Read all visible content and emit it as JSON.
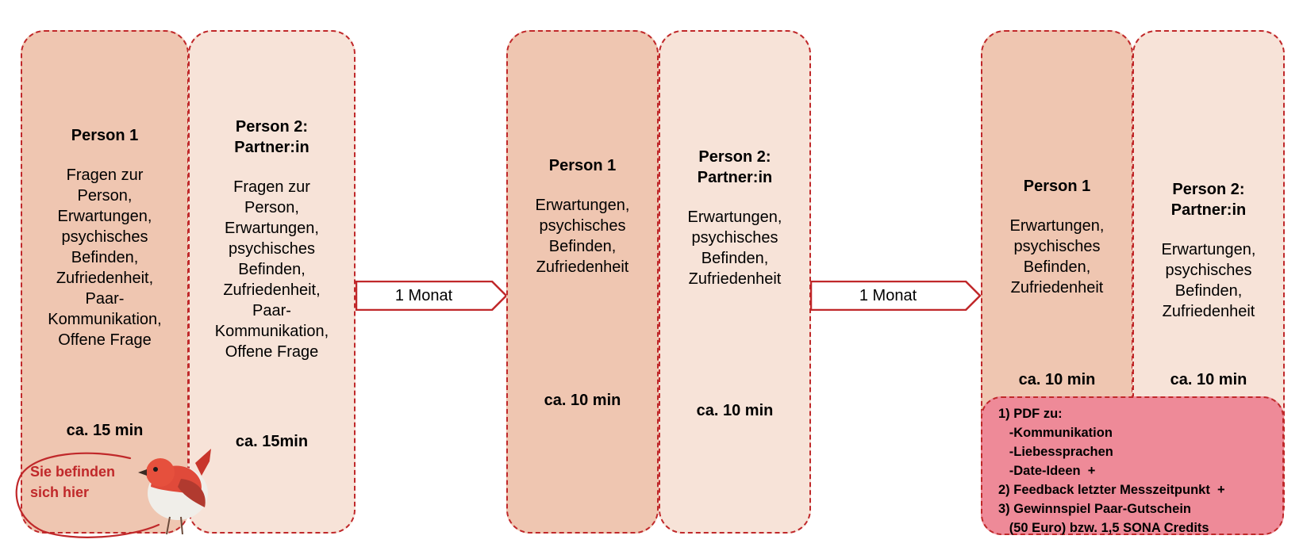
{
  "stages": [
    {
      "cards": [
        {
          "title": "Person 1",
          "body": [
            "Fragen zur",
            "Person,",
            "Erwartungen,",
            "psychisches",
            "Befinden,",
            "Zufriedenheit,",
            "Paar-",
            "Kommunikation,",
            "Offene Frage"
          ],
          "duration": "ca. 15 min"
        },
        {
          "title": "Person 2:\nPartner:in",
          "body": [
            "Fragen zur",
            "Person,",
            "Erwartungen,",
            "psychisches",
            "Befinden,",
            "Zufriedenheit,",
            "Paar-",
            "Kommunikation,",
            "Offene Frage"
          ],
          "duration": "ca. 15min"
        }
      ]
    },
    {
      "cards": [
        {
          "title": "Person 1",
          "body": [
            "Erwartungen,",
            "psychisches",
            "Befinden,",
            "Zufriedenheit"
          ],
          "duration": "ca. 10 min"
        },
        {
          "title": "Person 2:\nPartner:in",
          "body": [
            "Erwartungen,",
            "psychisches",
            "Befinden,",
            "Zufriedenheit"
          ],
          "duration": "ca. 10 min"
        }
      ]
    },
    {
      "cards": [
        {
          "title": "Person 1",
          "body": [
            "Erwartungen,",
            "psychisches",
            "Befinden,",
            "Zufriedenheit"
          ],
          "duration": "ca. 10 min"
        },
        {
          "title": "Person 2:\nPartner:in",
          "body": [
            "Erwartungen,",
            "psychisches",
            "Befinden,",
            "Zufriedenheit"
          ],
          "duration": "ca. 10 min"
        }
      ]
    }
  ],
  "arrows": [
    "1 Monat",
    "1 Monat"
  ],
  "info_box": {
    "lines": [
      "1) PDF zu:",
      "   -Kommunikation",
      "   -Liebessprachen",
      "   -Date-Ideen  +",
      "2) Feedback letzter Messzeitpunkt  +",
      "3) Gewinnspiel Paar-Gutschein",
      "   (50 Euro) bzw. 1,5 SONA Credits"
    ]
  },
  "marker": {
    "text_line1": "Sie befinden",
    "text_line2": "sich hier"
  },
  "colors": {
    "card_dark": "#efc6b1",
    "card_light": "#f7e3d8",
    "border": "#c0282a",
    "info_box": "#ee8a98"
  }
}
